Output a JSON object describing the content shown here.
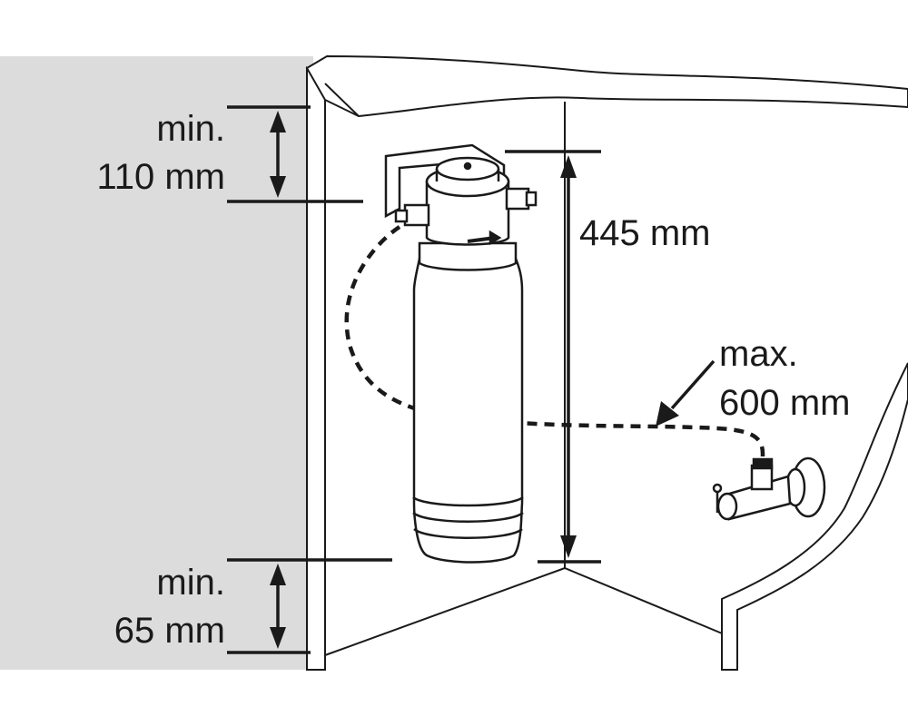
{
  "dimensions": {
    "top_clearance": {
      "line1": "min.",
      "line2": "110 mm"
    },
    "filter_height": {
      "label": "445 mm"
    },
    "bottom_clearance": {
      "line1": "min.",
      "line2": "65 mm"
    },
    "hose_length": {
      "line1": "max.",
      "line2": "600 mm"
    }
  },
  "colors": {
    "wall": "#dcdcdc",
    "cabinet_fill": "#ffffff",
    "line": "#1a1a1a",
    "filter_body": "#ffffff"
  }
}
